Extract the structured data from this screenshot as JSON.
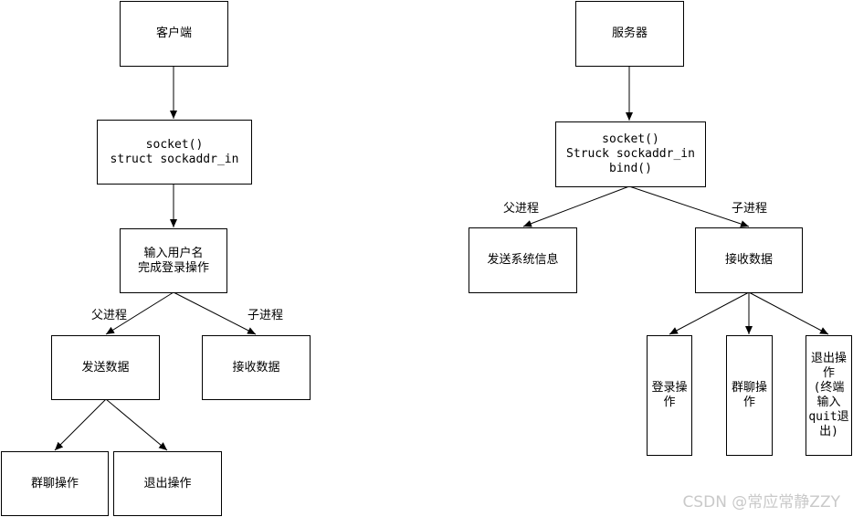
{
  "client": {
    "title": "客户端",
    "socket_box": "socket()\nstruct sockaddr_in",
    "login_box": "输入用户名\n完成登录操作",
    "parent_label": "父进程",
    "child_label": "子进程",
    "send_box": "发送数据",
    "recv_box": "接收数据",
    "group_chat_box": "群聊操作",
    "quit_box": "退出操作"
  },
  "server": {
    "title": "服务器",
    "socket_box": "socket()\nStruck sockaddr_in\nbind()",
    "parent_label": "父进程",
    "child_label": "子进程",
    "send_sys_box": "发送系统信息",
    "recv_box": "接收数据",
    "login_box": "登录操\n作",
    "group_chat_box": "群聊操\n作",
    "quit_box": "退出操\n作\n(终端\n输入\nquit退\n出)"
  },
  "watermark": "CSDN @常应常静ZZY"
}
